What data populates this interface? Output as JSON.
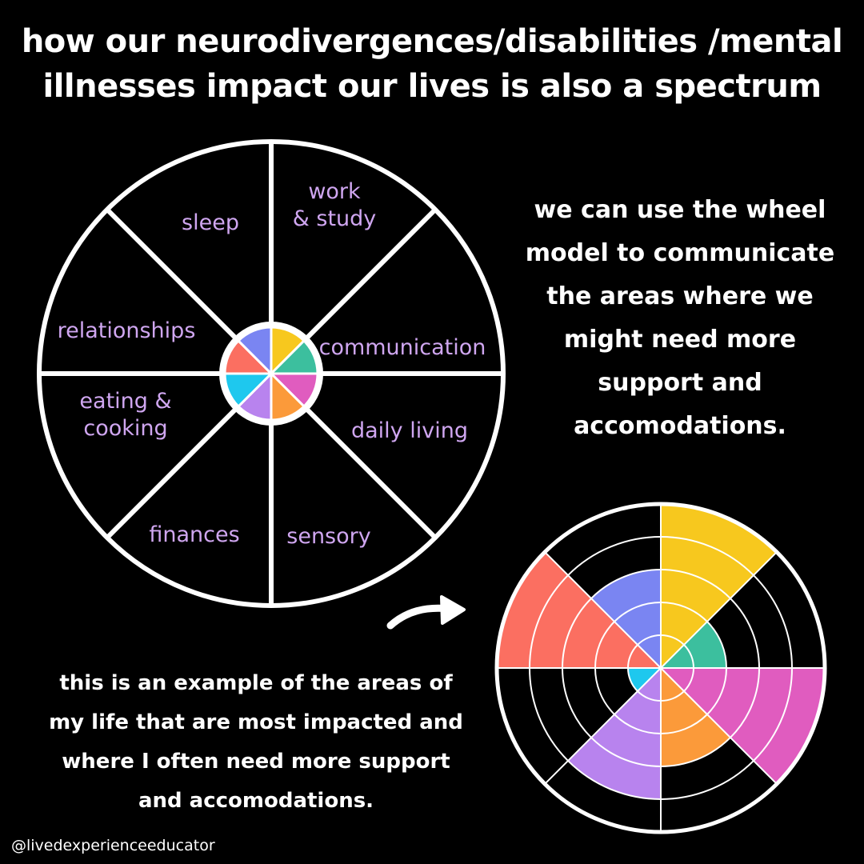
{
  "title": {
    "line1": "how our neurodivergences/disabilities /mental",
    "line2": "illnesses impact our lives is also a spectrum"
  },
  "wheel": {
    "segments": [
      {
        "lines": [
          "work",
          "& study"
        ]
      },
      {
        "lines": [
          "communication"
        ]
      },
      {
        "lines": [
          "daily living"
        ]
      },
      {
        "lines": [
          "sensory"
        ]
      },
      {
        "lines": [
          "finances"
        ]
      },
      {
        "lines": [
          "eating &",
          "cooking"
        ]
      },
      {
        "lines": [
          "relationships"
        ]
      },
      {
        "lines": [
          "sleep"
        ]
      }
    ],
    "label_color": "#cfa6f0",
    "line_color": "#ffffff"
  },
  "segment_colors": [
    "#f7c81e",
    "#3cbf9e",
    "#e05cbf",
    "#fb9a3a",
    "#b883ee",
    "#1ec8ee",
    "#fb6f61",
    "#7a85f2"
  ],
  "right_text": {
    "lines": [
      "we can use the wheel",
      "model to communicate",
      "the areas where we",
      "might need more",
      "support and",
      "accomodations."
    ]
  },
  "example_wheel": {
    "levels": 5,
    "values": [
      5,
      2,
      5,
      3,
      4,
      1,
      5,
      3
    ]
  },
  "bottom_text": {
    "lines": [
      "this is an example of the areas of",
      "my life that are most impacted and",
      "where I often need more support",
      "and accomodations."
    ]
  },
  "handle": "@livedexperienceeducator"
}
